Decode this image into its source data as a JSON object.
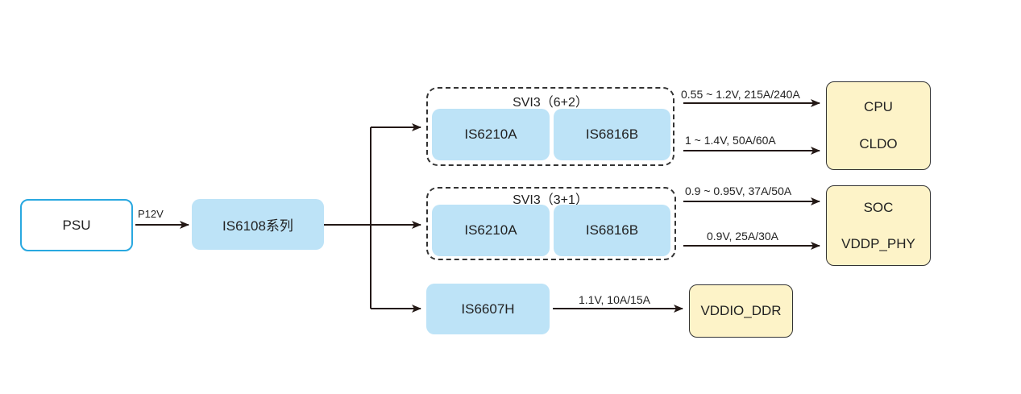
{
  "psu": {
    "label": "PSU",
    "rail": "P12V"
  },
  "controller": {
    "label": "IS6108系列"
  },
  "groups": [
    {
      "title": "SVI3（6+2）",
      "chips": [
        "IS6210A",
        "IS6816B"
      ]
    },
    {
      "title": "SVI3（3+1）",
      "chips": [
        "IS6210A",
        "IS6816B"
      ]
    }
  ],
  "ddr_chip": {
    "label": "IS6607H"
  },
  "rails": [
    "0.55 ~ 1.2V, 215A/240A",
    "1 ~ 1.4V, 50A/60A",
    "0.9 ~ 0.95V, 37A/50A",
    "0.9V, 25A/30A",
    "1.1V, 10A/15A"
  ],
  "loads": [
    {
      "items": [
        "CPU",
        "CLDO"
      ]
    },
    {
      "items": [
        "SOC",
        "VDDP_PHY"
      ]
    },
    {
      "items": [
        "VDDIO_DDR"
      ]
    }
  ],
  "colors": {
    "chip_fill": "#bde3f7",
    "psu_border": "#29a8e0",
    "load_fill": "#fdf3c8"
  }
}
